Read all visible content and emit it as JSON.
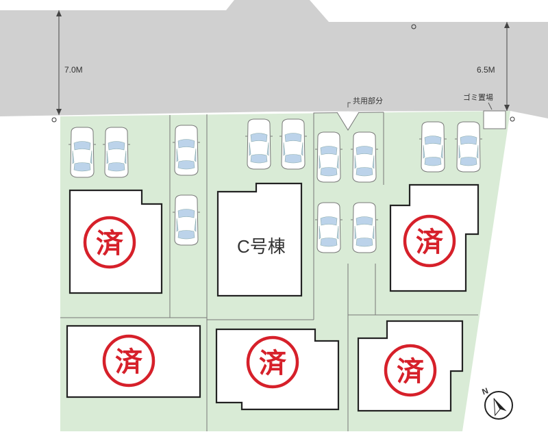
{
  "road": {
    "width_left_label": "7.0M",
    "width_right_label": "6.5M",
    "road_color": "#d0d0d0",
    "lot_color": "#d9ebd6"
  },
  "labels": {
    "common_area": "共用部分",
    "garbage_area": "ゴミ置場",
    "building_c": "C号棟",
    "north_mark": "N"
  },
  "lots": [
    {
      "id": "lot-top-left",
      "status": "済"
    },
    {
      "id": "lot-c",
      "status": ""
    },
    {
      "id": "lot-top-right",
      "status": "済"
    },
    {
      "id": "lot-bottom-left",
      "status": "済"
    },
    {
      "id": "lot-bottom-middle",
      "status": "済"
    },
    {
      "id": "lot-bottom-right",
      "status": "済"
    }
  ],
  "sold_mark": "済",
  "colors": {
    "sold_red": "#d6202a",
    "car_glass": "#bcd3ea"
  }
}
